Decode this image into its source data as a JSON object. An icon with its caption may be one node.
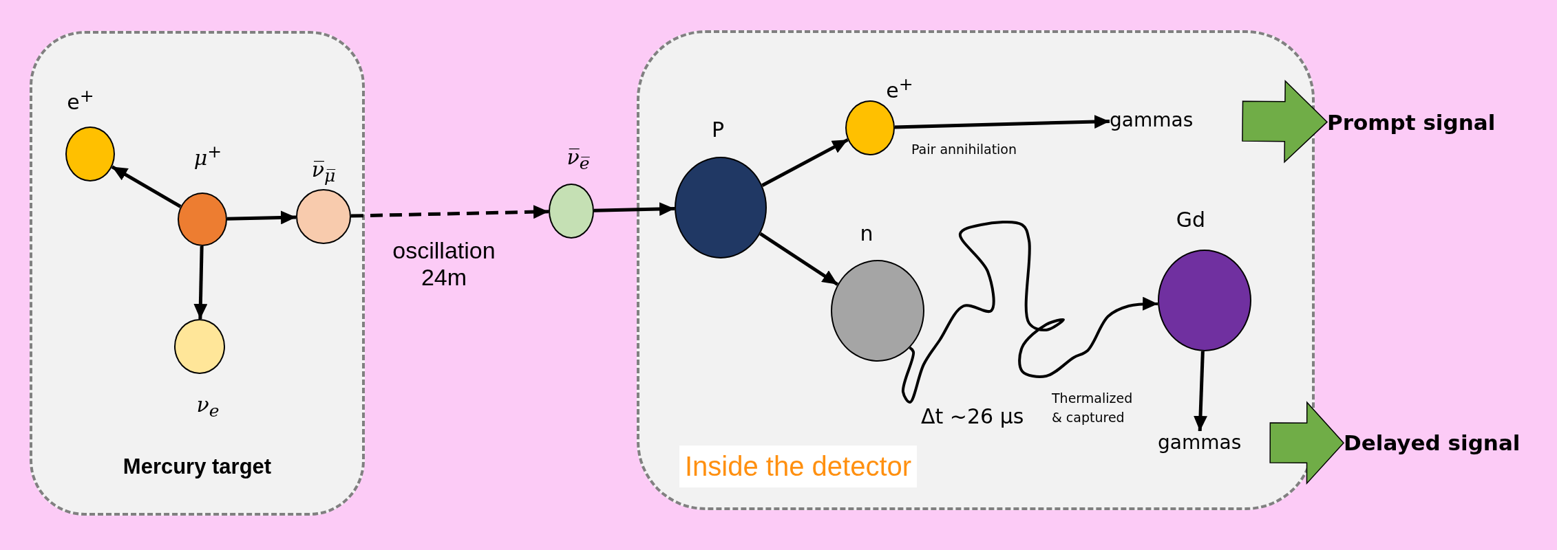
{
  "diagram": {
    "nodes": [
      {
        "text": [
          "Mercury target"
        ]
      },
      {
        "text": [
          "e$^{+}$"
        ],
        "in": 0
      },
      {
        "text": [
          "μ$^{+}$"
        ],
        "in": 0
      },
      {
        "text": [
          "ν̅$_{μ̅}$"
        ],
        "in": 0
      },
      {
        "text": [
          "ν$_{e}$"
        ],
        "in": 0
      },
      {
        "text": [
          "ν̅$_{e̅}$"
        ]
      },
      {
        "text": [
          "Inside the detector"
        ]
      },
      {
        "text": [
          "P"
        ],
        "in": 6
      },
      {
        "text": [
          "e$^{+}$"
        ],
        "in": 6
      },
      {
        "text": [
          "gammas"
        ],
        "in": 6
      },
      {
        "text": [
          "n"
        ],
        "in": 6
      },
      {
        "text": [
          "Gd"
        ],
        "in": 6
      },
      {
        "text": [
          "gammas"
        ],
        "in": 6
      },
      {
        "text": [
          "Prompt signal"
        ]
      },
      {
        "text": [
          "Delayed signal"
        ]
      }
    ],
    "edges": [
      {
        "from": 2,
        "to": 1,
        "arrow": "to"
      },
      {
        "from": 2,
        "to": 3,
        "arrow": "to"
      },
      {
        "from": 2,
        "to": 4,
        "arrow": "to"
      },
      {
        "from": 3,
        "to": 5,
        "arrow": "to",
        "style": "dashed",
        "label": "oscillation 24m"
      },
      {
        "from": 5,
        "to": 7,
        "arrow": "to"
      },
      {
        "from": 7,
        "to": 8,
        "arrow": "to"
      },
      {
        "from": 7,
        "to": 10,
        "arrow": "to"
      },
      {
        "from": 8,
        "to": 9,
        "arrow": "to",
        "label": "Pair annihilation"
      },
      {
        "from": 10,
        "to": 11,
        "arrow": "to",
        "label": "Thermalized & captured"
      },
      {
        "from": 11,
        "to": 12,
        "arrow": "to"
      },
      {
        "from": 9,
        "to": 13,
        "arrow": "to",
        "style": "thick",
        "color": "#70ad47"
      },
      {
        "from": 12,
        "to": 14,
        "arrow": "to",
        "style": "thick",
        "color": "#70ad47"
      }
    ],
    "labels": [
      "Δt ~26 µs"
    ]
  }
}
